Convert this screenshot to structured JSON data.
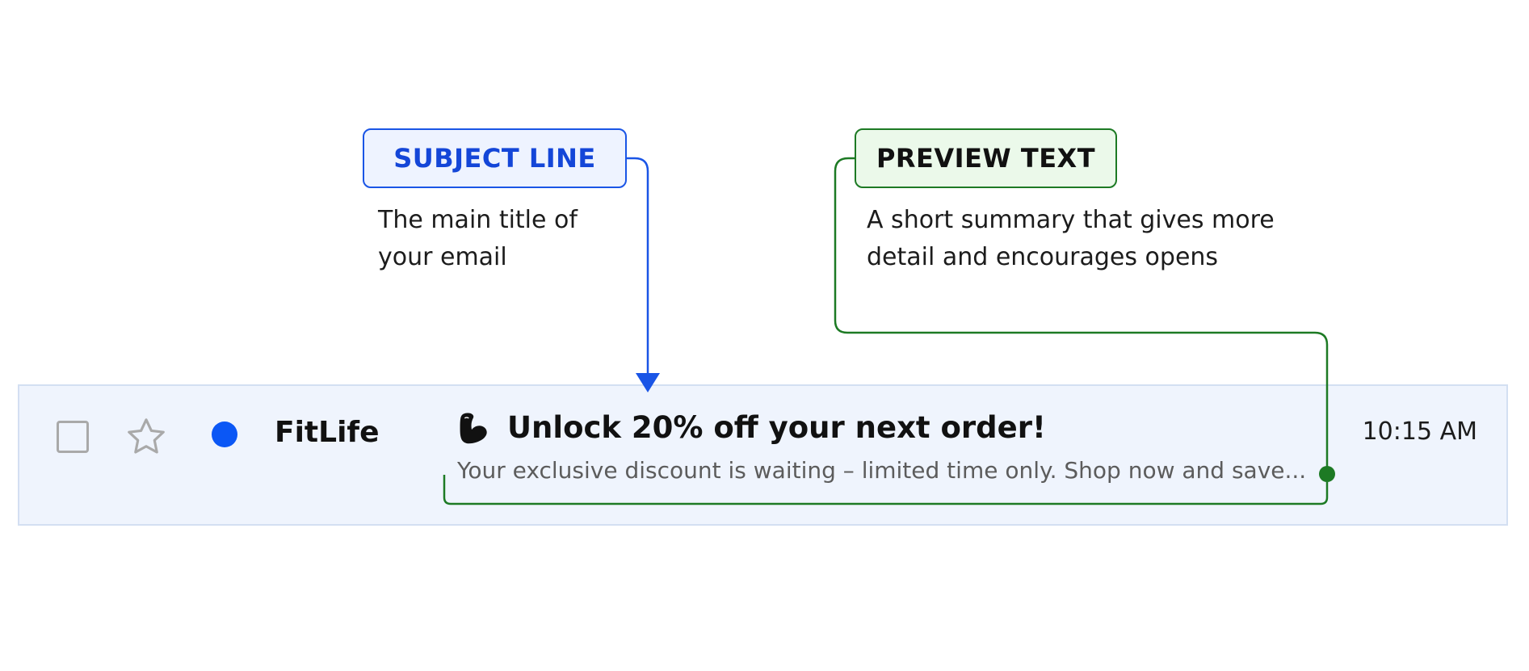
{
  "callouts": {
    "subject": {
      "label": "SUBJECT LINE",
      "description": "The main title of your email"
    },
    "preview": {
      "label": "PREVIEW TEXT",
      "description": "A short summary that gives more detail and encourages opens"
    }
  },
  "email": {
    "sender": "FitLife",
    "subject_emoji": "flexed-biceps",
    "subject": "Unlock 20% off your next order!",
    "preview": "Your exclusive discount is waiting – limited time only. Shop now and save...",
    "time": "10:15 AM",
    "unread": true,
    "starred": false,
    "selected": false
  },
  "colors": {
    "subject_accent": "#1a55e6",
    "preview_accent": "#1d7a24",
    "unread_dot": "#0b57f5",
    "row_background": "#eff4fd"
  }
}
